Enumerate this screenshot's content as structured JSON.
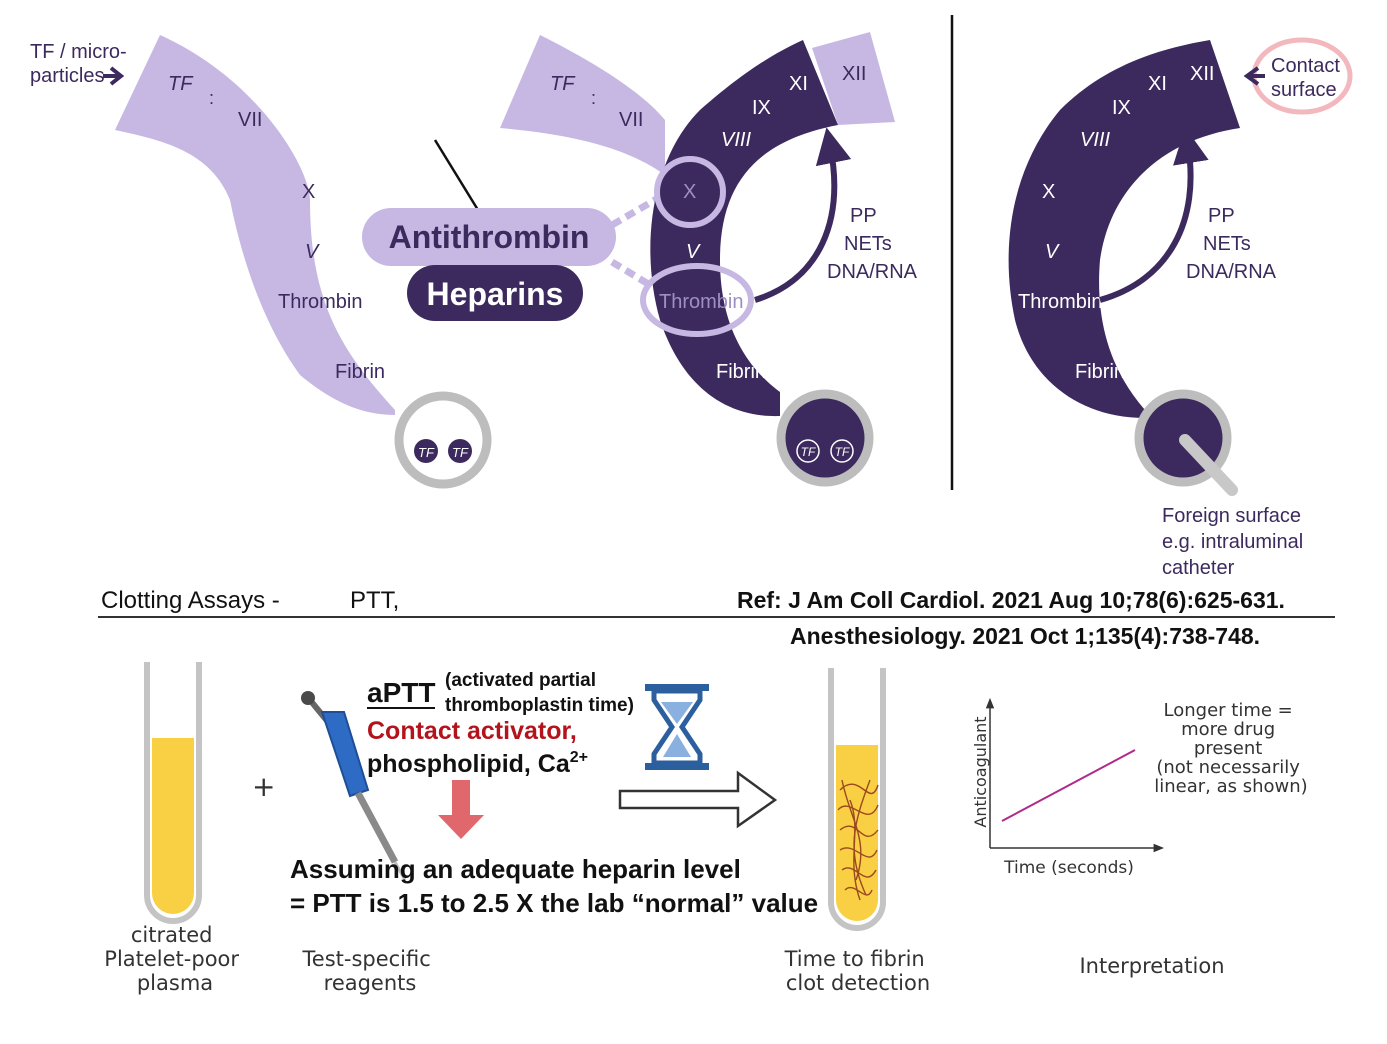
{
  "colors": {
    "light_purple": "#c6b8e3",
    "dark_purple": "#3c2a5e",
    "gray_ring": "#bdbdbd",
    "red_text": "#b3141c",
    "pink_ring": "#f2b8bd",
    "arrow_red": "#e0676b",
    "hourglass_blue": "#2c5f9e",
    "tube_yellow": "#f9cf43",
    "graph_line": "#b02a8a"
  },
  "panel1": {
    "entry_label_line1": "TF / micro-",
    "entry_label_line2": "particles",
    "tf": "TF",
    "colon": ":",
    "vii": "VII",
    "x": "X",
    "v": "V",
    "thrombin": "Thrombin",
    "fibrin": "Fibrin",
    "tf_dot1": "TF",
    "tf_dot2": "TF"
  },
  "inhibitors": {
    "antithrombin": "Antithrombin",
    "heparins": "Heparins"
  },
  "panel2": {
    "tf": "TF",
    "colon": ":",
    "vii": "VII",
    "xii": "XII",
    "xi": "XI",
    "ix": "IX",
    "viii": "VIII",
    "x": "X",
    "v": "V",
    "thrombin": "Thrombin",
    "fibrin": "Fibrin",
    "pp": "PP",
    "nets": "NETs",
    "dna_rna": "DNA/RNA",
    "tf_dot1": "TF",
    "tf_dot2": "TF"
  },
  "panel3": {
    "contact_line1": "Contact",
    "contact_line2": "surface",
    "xii": "XII",
    "xi": "XI",
    "ix": "IX",
    "viii": "VIII",
    "x": "X",
    "v": "V",
    "thrombin": "Thrombin",
    "fibrin": "Fibrin",
    "pp": "PP",
    "nets": "NETs",
    "dna_rna": "DNA/RNA",
    "foreign_line1": "Foreign surface",
    "foreign_line2": "e.g. intraluminal",
    "foreign_line3": "catheter"
  },
  "assays": {
    "heading": "Clotting Assays -",
    "test": "PTT,",
    "ref_line1": "Ref: J Am Coll Cardiol. 2021 Aug 10;78(6):625-631.",
    "ref_line2": "Anesthesiology. 2021 Oct 1;135(4):738-748.",
    "plasma_line1": "citrated",
    "plasma_line2": "Platelet-poor",
    "plasma_line3": "plasma",
    "plus": "+",
    "reagents_line1": "Test-specific",
    "reagents_line2": "reagents",
    "aptt": "aPTT",
    "aptt_desc_line1": "(activated partial",
    "aptt_desc_line2": "thromboplastin time)",
    "contact_activator": "Contact activator,",
    "phospholipid": "phospholipid, Ca",
    "ca_sup": "2+",
    "assume_line1": "Assuming an adequate heparin level",
    "assume_line2": "= PTT is 1.5 to 2.5 X the lab “normal” value",
    "clot_line1": "Time to fibrin",
    "clot_line2": "clot detection",
    "y_axis": "Anticoagulant",
    "x_axis": "Time (seconds)",
    "note_line1": "Longer time =",
    "note_line2": "more drug",
    "note_line3": "present",
    "note_line4": "(not necessarily",
    "note_line5": "linear, as shown)",
    "interpretation": "Interpretation"
  }
}
